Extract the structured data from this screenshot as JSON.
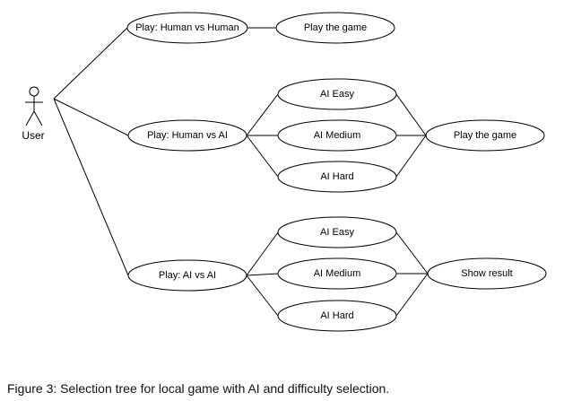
{
  "actor": {
    "label": "User"
  },
  "nodes": {
    "play_hvh": "Play: Human vs Human",
    "play_hvh_game": "Play the game",
    "play_hvai": "Play: Human vs AI",
    "hvai_easy": "AI Easy",
    "hvai_medium": "AI Medium",
    "hvai_hard": "AI Hard",
    "hvai_game": "Play the game",
    "play_aivai": "Play: AI vs AI",
    "aivai_easy": "AI Easy",
    "aivai_medium": "AI Medium",
    "aivai_hard": "AI Hard",
    "aivai_result": "Show result"
  },
  "edges": [
    [
      "actor",
      "play_hvh"
    ],
    [
      "actor",
      "play_hvai"
    ],
    [
      "actor",
      "play_aivai"
    ],
    [
      "play_hvh",
      "play_hvh_game"
    ],
    [
      "play_hvai",
      "hvai_easy"
    ],
    [
      "play_hvai",
      "hvai_medium"
    ],
    [
      "play_hvai",
      "hvai_hard"
    ],
    [
      "hvai_easy",
      "hvai_game"
    ],
    [
      "hvai_medium",
      "hvai_game"
    ],
    [
      "hvai_hard",
      "hvai_game"
    ],
    [
      "play_aivai",
      "aivai_easy"
    ],
    [
      "play_aivai",
      "aivai_medium"
    ],
    [
      "play_aivai",
      "aivai_hard"
    ],
    [
      "aivai_easy",
      "aivai_result"
    ],
    [
      "aivai_medium",
      "aivai_result"
    ],
    [
      "aivai_hard",
      "aivai_result"
    ]
  ],
  "caption": "Figure 3: Selection tree for local game with AI and difficulty selection."
}
